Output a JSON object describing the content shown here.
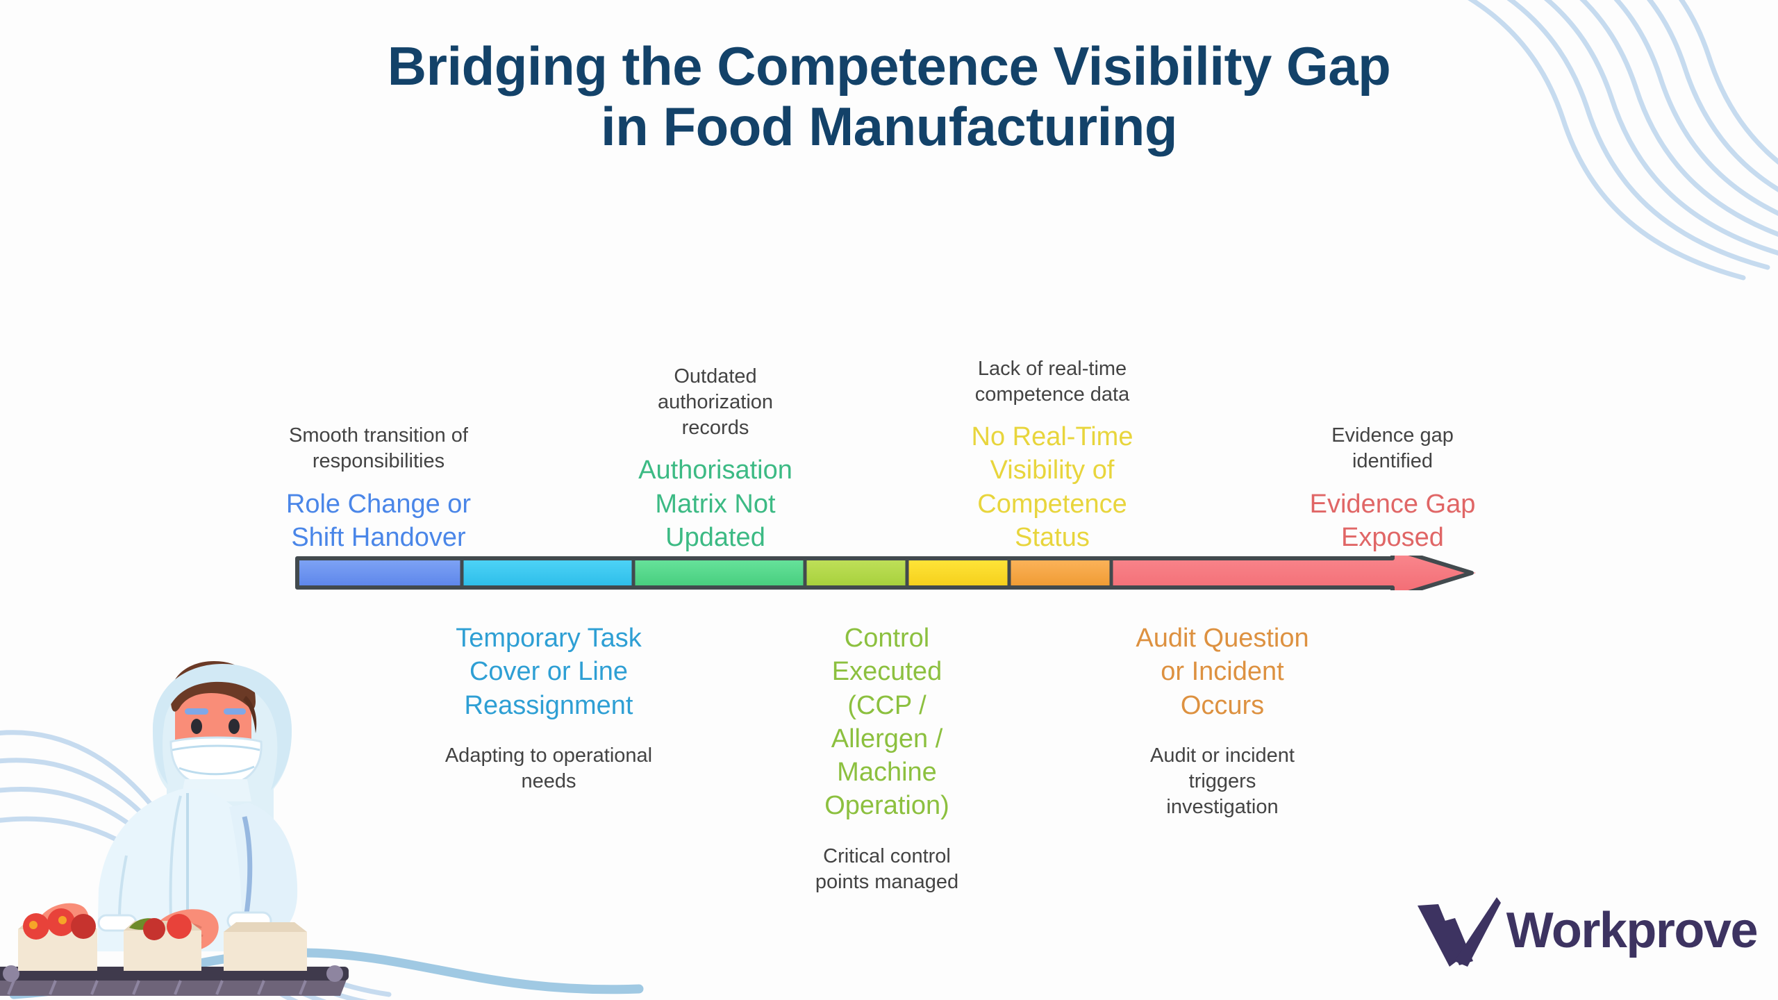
{
  "title": {
    "line1": "Bridging the Competence Visibility Gap",
    "line2": "in Food Manufacturing",
    "color": "#134269"
  },
  "brand": {
    "name": "Workprove",
    "logo_color": "#3d3361",
    "logo_icon": "checkmark-w-icon"
  },
  "illustration": {
    "name": "food-factory-worker-illustration",
    "description": "Worker in protective suit and face mask packing tomatoes into boxes on a conveyor belt"
  },
  "decoration": {
    "top_right_waves": "wavy-lines-decoration",
    "bottom_left_waves": "wavy-lines-decoration",
    "wave_color": "#c6dbef"
  },
  "arrow": {
    "name": "process-timeline-arrow",
    "outline_color": "#424a4e",
    "segment_colors": [
      "#6b93f0",
      "#3cc8f0",
      "#55d98c",
      "#b3d84a",
      "#fada28",
      "#f5a742",
      "#f6787f"
    ]
  },
  "chart_data": {
    "type": "timeline",
    "title": "Bridging the Competence Visibility Gap in Food Manufacturing",
    "orientation": "horizontal-arrow",
    "segment_count": 7,
    "stages": [
      {
        "index": 1,
        "position": "above",
        "main": "Role Change or Shift Handover",
        "sub": "Smooth transition of responsibilities",
        "main_color": "#4a86e8",
        "segment_color": "#6b93f0"
      },
      {
        "index": 2,
        "position": "below",
        "main": "Temporary Task Cover or Line Reassignment",
        "sub": "Adapting to operational needs",
        "main_color": "#2e9fd4",
        "segment_color": "#3cc8f0"
      },
      {
        "index": 3,
        "position": "above",
        "main": "Authorisation Matrix Not Updated",
        "sub": "Outdated authorization records",
        "main_color": "#3cba84",
        "segment_color": "#55d98c"
      },
      {
        "index": 4,
        "position": "below",
        "main": "Control Executed (CCP / Allergen / Machine Operation)",
        "sub": "Critical control points managed",
        "main_color": "#8cc03f",
        "segment_color": "#b3d84a"
      },
      {
        "index": 5,
        "position": "above",
        "main": "No Real-Time Visibility of Competence Status",
        "sub": "Lack of real-time competence data",
        "main_color": "#e8d53c",
        "segment_color": "#fada28"
      },
      {
        "index": 6,
        "position": "below",
        "main": "Audit Question or Incident Occurs",
        "sub": "Audit or incident triggers investigation",
        "main_color": "#dd9140",
        "segment_color": "#f5a742"
      },
      {
        "index": 7,
        "position": "above",
        "main": "Evidence Gap Exposed",
        "sub": "Evidence gap identified",
        "main_color": "#e06666",
        "segment_color": "#f6787f"
      }
    ]
  }
}
